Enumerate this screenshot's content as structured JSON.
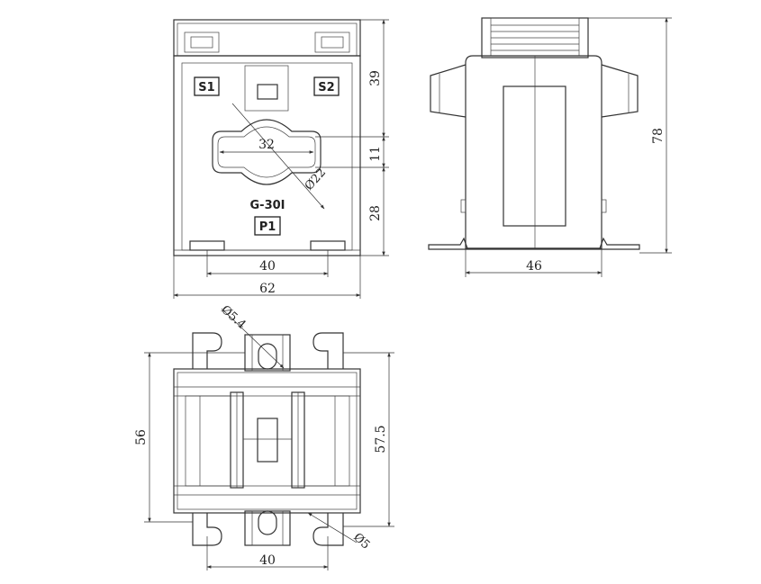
{
  "front_view": {
    "terminals": {
      "s1": "S1",
      "s2": "S2",
      "p1": "P1"
    },
    "model": "G-30I",
    "dims": {
      "width_total": "62",
      "pitch": "40",
      "opening_width": "32",
      "opening_height": "11",
      "diameter": "Ø22",
      "top_offset": "39",
      "bottom_offset": "28"
    }
  },
  "side_view": {
    "dims": {
      "depth": "46",
      "height": "78"
    }
  },
  "bottom_view": {
    "dims": {
      "hole_top": "Ø5.4",
      "hole_bottom": "Ø5",
      "width_inner": "56",
      "width_outer": "57.5",
      "pitch": "40"
    }
  }
}
